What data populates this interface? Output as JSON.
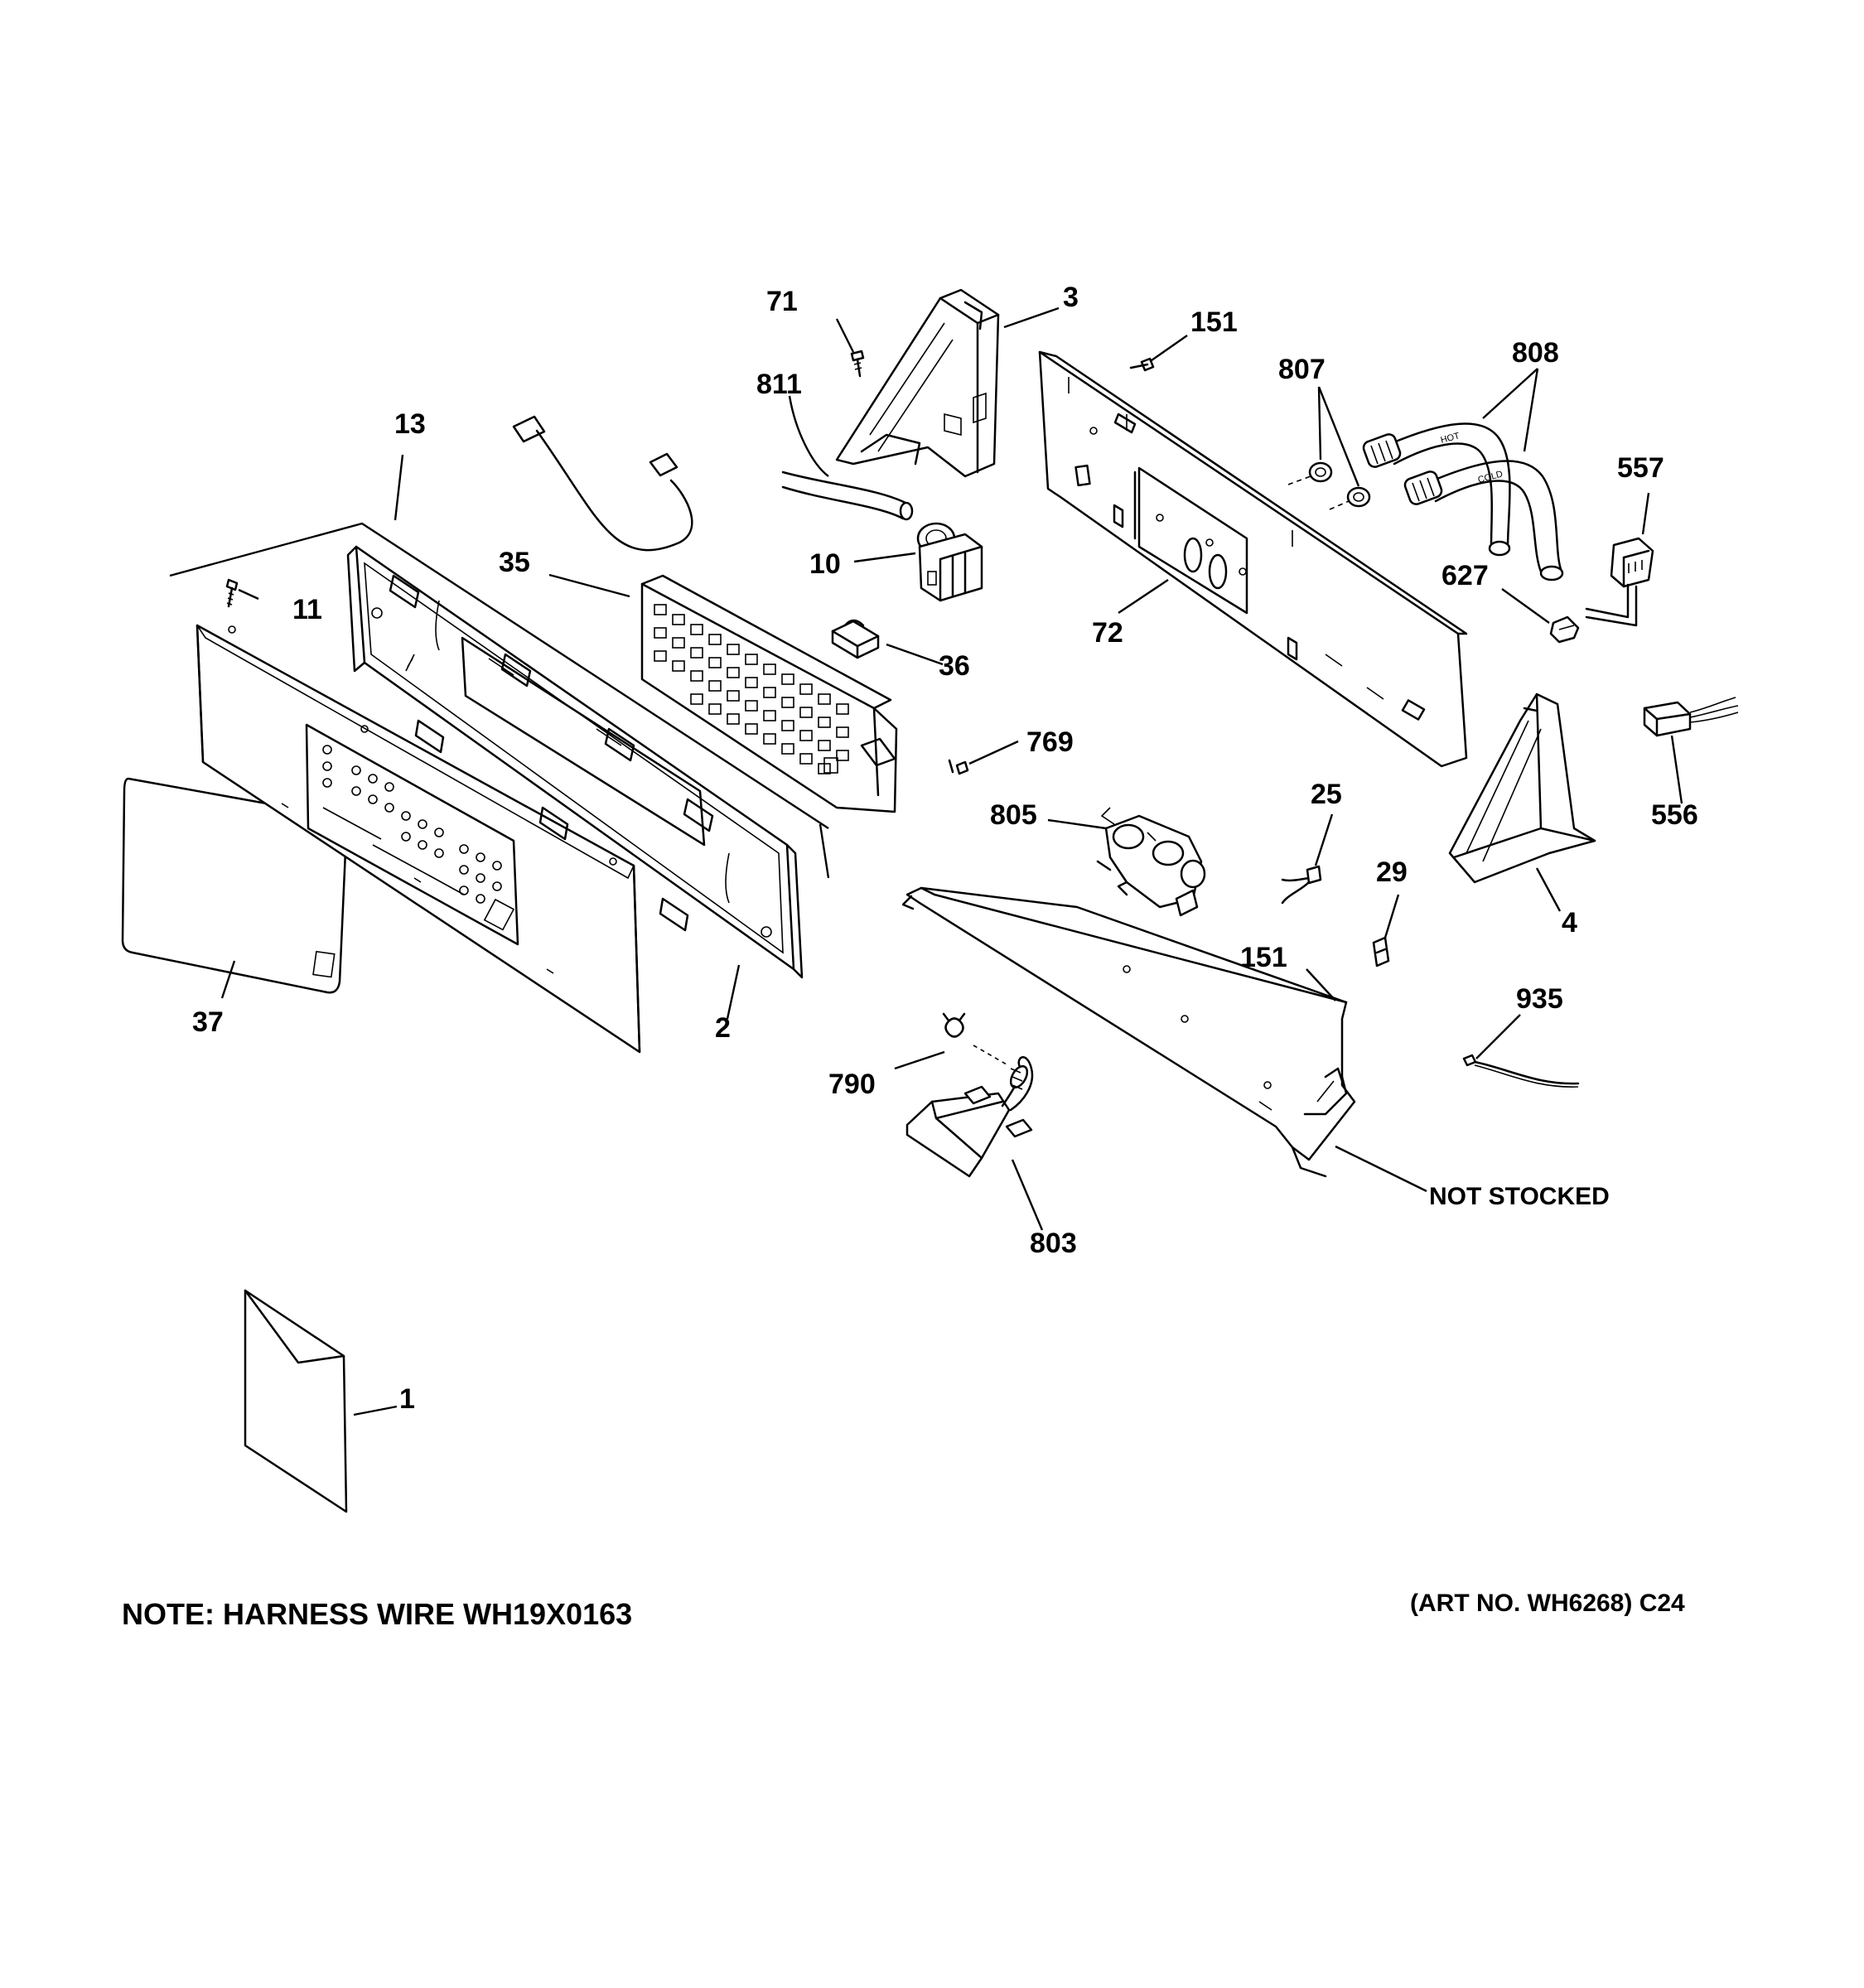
{
  "diagram": {
    "callouts": [
      "71",
      "3",
      "151",
      "807",
      "808",
      "811",
      "13",
      "557",
      "10",
      "35",
      "627",
      "11",
      "72",
      "36",
      "769",
      "556",
      "25",
      "805",
      "29",
      "4",
      "37",
      "2",
      "151",
      "935",
      "790",
      "803",
      "1"
    ],
    "not_stocked_label": "NOT STOCKED",
    "note": "NOTE: HARNESS WIRE WH19X0163",
    "art_number": "(ART NO. WH6268) C24",
    "hose_labels": {
      "hot": "HOT",
      "cold": "COLD"
    }
  }
}
